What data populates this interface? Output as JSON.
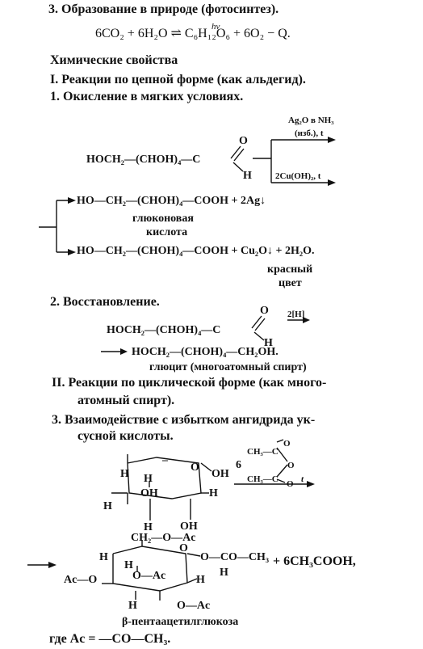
{
  "section3_title": "3. Образование в природе (фотосинтез).",
  "photosynthesis": "6CO₂ + 6H₂O ⇌ C₆H₁₂O₆ + 6O₂ − Q.",
  "photosynthesis_hv": "hν",
  "chem_props": "Химические свойства",
  "roman1": "I. Реакции по цепной форме (как альдегид).",
  "ox_title": "1. Окисление в мягких условиях.",
  "glucose_chain": "HOCH₂—(CHOH)₄—C",
  "aldehyde_O": "O",
  "aldehyde_H": "H",
  "reagent_ag_1": "Ag₂O в NH₃",
  "reagent_ag_2": "(изб.), t",
  "reagent_cu": "2Cu(OH)₂, t",
  "product1": "HO—CH₂—(CHOH)₄—COOH + 2Ag↓",
  "product1_name_1": "глюконовая",
  "product1_name_2": "кислота",
  "product2": "HO—CH₂—(CHOH)₄—COOH + Cu₂O↓ + 2H₂O.",
  "cu2o_note_1": "красный",
  "cu2o_note_2": "цвет",
  "red_title": "2. Восстановление.",
  "red_reagent": "2[H]",
  "glucitol": "HOCH₂—(CHOH)₄—CH₂OH.",
  "glucitol_name": "глюцит (многоатомный спирт)",
  "roman2_1": "II. Реакции по циклической форме (как много-",
  "roman2_2": "атомный спирт).",
  "acyl_title_1": "3. Взаимодействие с избытком ангидрида ук-",
  "acyl_title_2": "сусной кислоты.",
  "anhydride_coef": "6",
  "anhydride_ch3_top": "CH₃—C",
  "anhydride_ch3_bot": "CH₃—C",
  "anhydride_O_top": "O",
  "anhydride_O_mid": "O",
  "anhydride_O_bot": "O",
  "anhydride_t": "t",
  "ring_labels": {
    "oh_right": "OH",
    "h_left_top": "H",
    "h_mid_top": "H",
    "oh_mid": "OH",
    "h_left": "H",
    "h_ring_right": "H",
    "h_bottom_left": "H",
    "oh_bottom": "OH",
    "ring_o": "O",
    "minus": "–"
  },
  "product_ring": {
    "ch2oac": "CH₂—O—Ac",
    "oac_anomeric": "O—CO—CH₃",
    "ac_left": "Ac—O",
    "o_ac_mid": "O—Ac",
    "o_ac_bottom": "O—Ac",
    "h_a": "H",
    "h_b": "H",
    "h_c": "H",
    "h_d": "H",
    "h_e": "H",
    "o_ring": "O"
  },
  "acetic_acid": "+ 6CH₃COOH,",
  "product_name": "β-пентаацетилглюкоза",
  "ac_def": "где Ac = —CO—CH₃."
}
